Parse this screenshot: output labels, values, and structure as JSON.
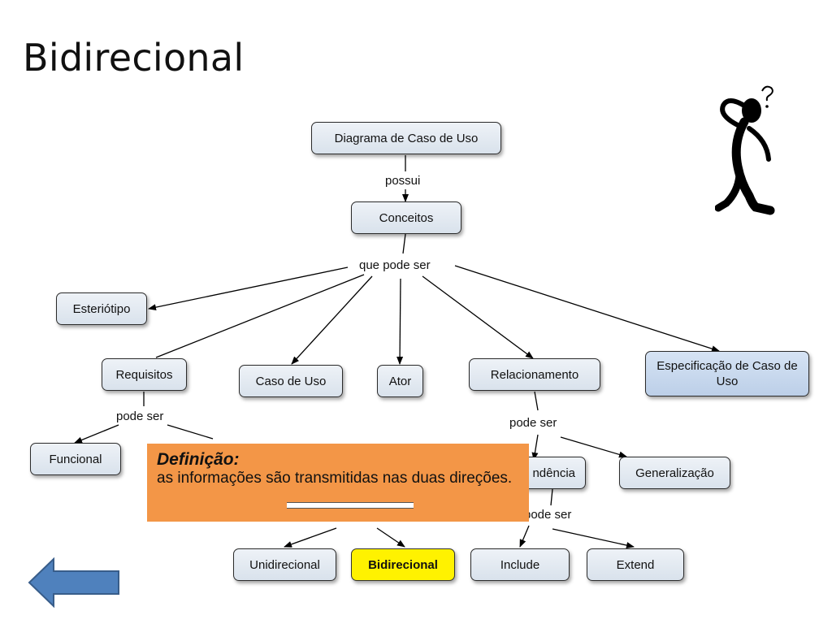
{
  "slide": {
    "title": "Bidirecional"
  },
  "diagram": {
    "root": "Diagrama de Caso de Uso",
    "link_possui": "possui",
    "concepts": "Conceitos",
    "link_que_pode_ser": "que pode ser",
    "esteriotipo": "Esteriótipo",
    "requisitos": "Requisitos",
    "caso_de_uso": "Caso de Uso",
    "ator": "Ator",
    "relacionamento": "Relacionamento",
    "especificacao": "Especificação de Caso de Uso",
    "link_req_pode_ser": "pode ser",
    "funcional": "Funcional",
    "link_rel_pode_ser": "pode ser",
    "dependencia": "ndência",
    "generalizacao": "Generalização",
    "link_dep_pode_ser": "pode ser",
    "unidirecional": "Unidirecional",
    "bidirecional": "Bidirecional",
    "include": "Include",
    "extend": "Extend"
  },
  "definition": {
    "heading": "Definição:",
    "body": "as informações são transmitidas nas duas direções."
  },
  "icons": {
    "thinker": "thinking-person-icon",
    "back": "back-arrow-icon"
  },
  "colors": {
    "node_fill": "#dde5ee",
    "highlight": "#fff200",
    "callout": "#f39647",
    "back_arrow": "#4f81bd",
    "specification_fill": "#c6d6ec"
  }
}
